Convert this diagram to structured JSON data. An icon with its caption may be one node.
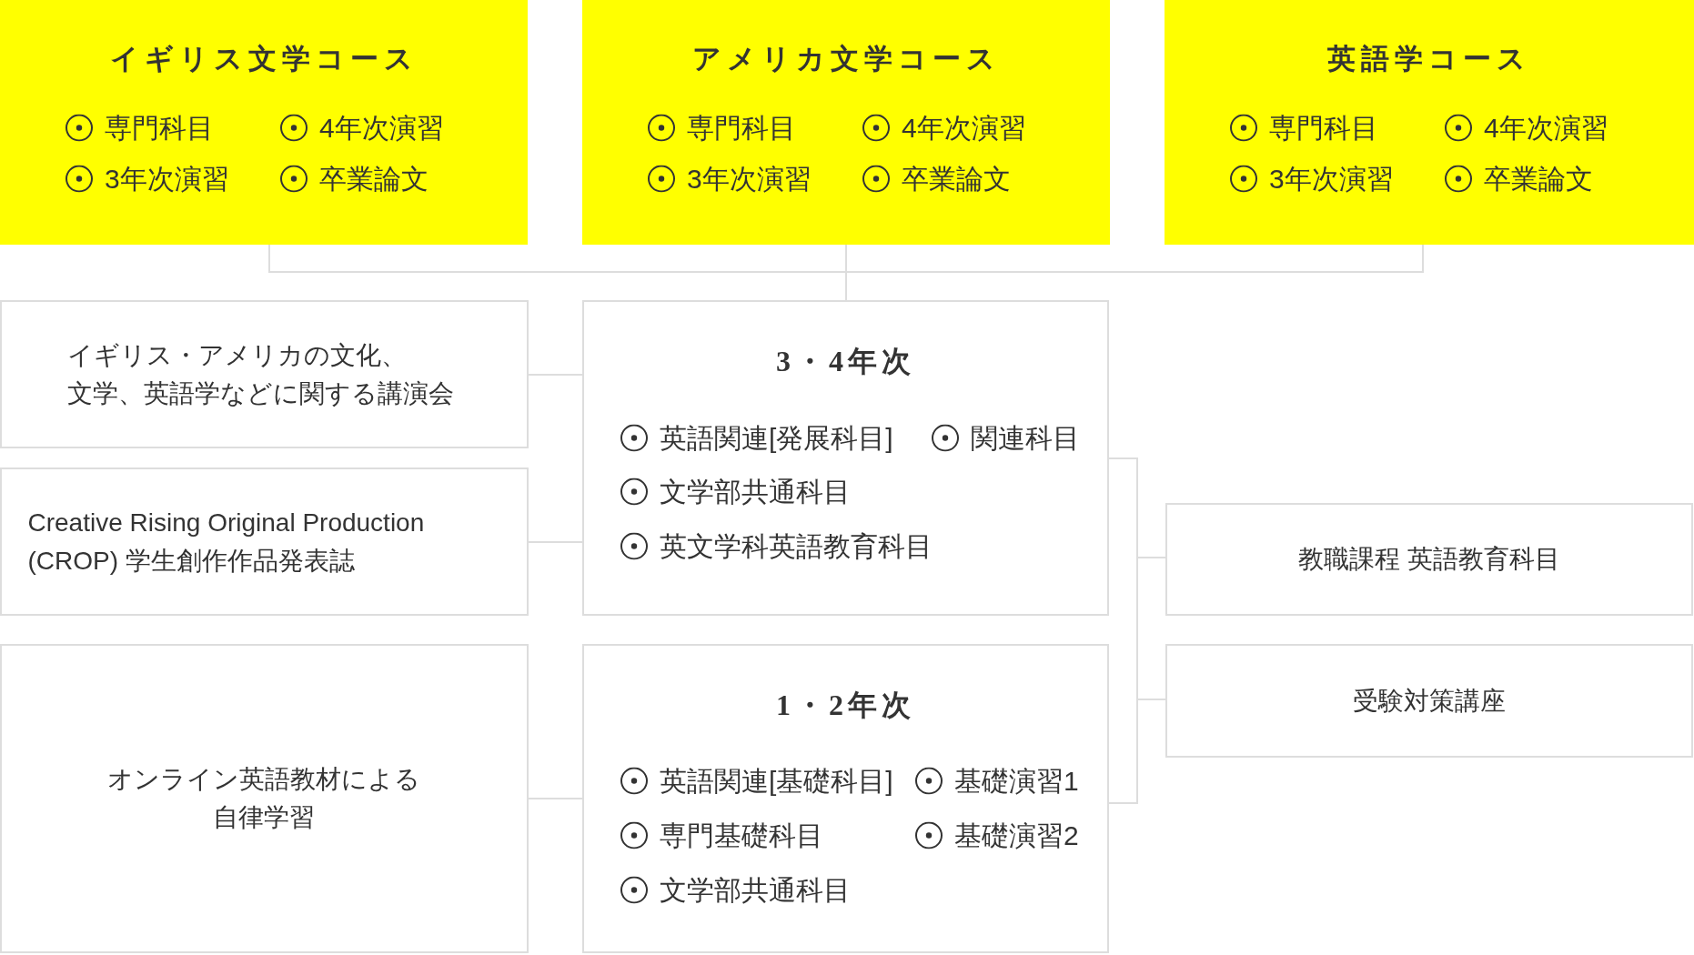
{
  "diagram": {
    "nodes": [
      {
        "text": [
          "イギリス文学コース",
          "専門科目",
          "4年次演習",
          "3年次演習",
          "卒業論文"
        ]
      },
      {
        "text": [
          "アメリカ文学コース",
          "専門科目",
          "4年次演習",
          "3年次演習",
          "卒業論文"
        ]
      },
      {
        "text": [
          "英語学コース",
          "専門科目",
          "4年次演習",
          "3年次演習",
          "卒業論文"
        ]
      },
      {
        "text": [
          "イギリス・アメリカの文化、文学、英語学などに関する講演会"
        ]
      },
      {
        "text": [
          "3・4年次",
          "英語関連[発展科目]",
          "関連科目",
          "文学部共通科目",
          "英文学科英語教育科目"
        ]
      },
      {
        "text": [
          "Creative Rising Original Production (CROP) 学生創作作品発表誌"
        ]
      },
      {
        "text": [
          "教職課程 英語教育科目"
        ]
      },
      {
        "text": [
          "受験対策講座"
        ]
      },
      {
        "text": [
          "オンライン英語教材による自律学習"
        ]
      },
      {
        "text": [
          "1・2年次",
          "英語関連[基礎科目]",
          "基礎演習1",
          "専門基礎科目",
          "基礎演習2",
          "文学部共通科目"
        ]
      }
    ],
    "edges": [
      {
        "from": 0,
        "to": 4,
        "arrow": "none"
      },
      {
        "from": 1,
        "to": 4,
        "arrow": "none"
      },
      {
        "from": 2,
        "to": 4,
        "arrow": "none"
      },
      {
        "from": 3,
        "to": 4,
        "arrow": "none"
      },
      {
        "from": 5,
        "to": 4,
        "arrow": "none"
      },
      {
        "from": 4,
        "to": 6,
        "arrow": "none"
      },
      {
        "from": 4,
        "to": 7,
        "arrow": "none"
      },
      {
        "from": 9,
        "to": 6,
        "arrow": "none"
      },
      {
        "from": 9,
        "to": 7,
        "arrow": "none"
      },
      {
        "from": 8,
        "to": 9,
        "arrow": "none"
      }
    ]
  }
}
